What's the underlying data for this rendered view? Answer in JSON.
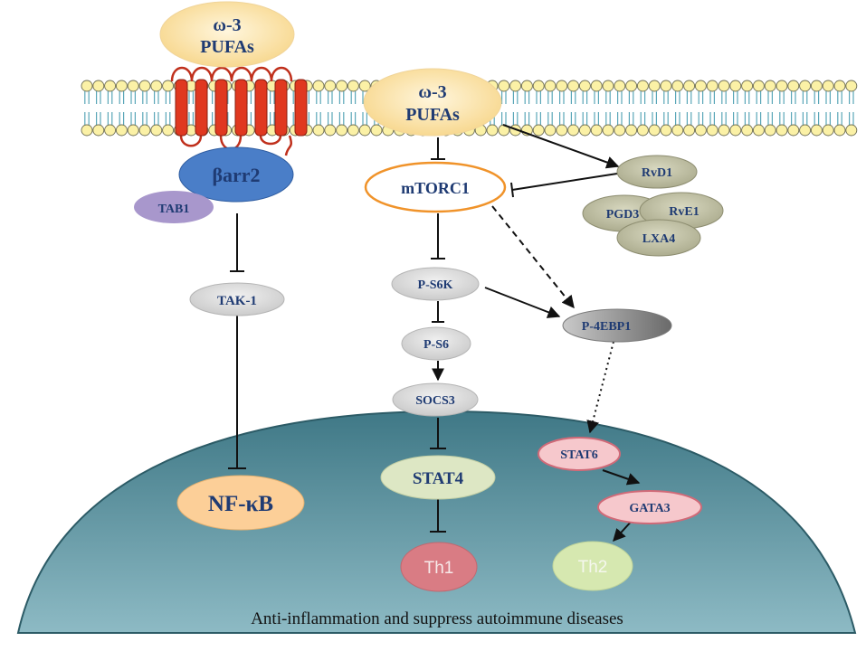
{
  "nodes": {
    "pufa_top": [
      "ω-3",
      "PUFAs"
    ],
    "pufa_membrane": [
      "ω-3",
      "PUFAs"
    ],
    "barr2": "βarr2",
    "tab1": "TAB1",
    "tak1": "TAK-1",
    "nfkb": "NF-κB",
    "mtorc1": "mTORC1",
    "ps6k": "P-S6K",
    "ps6": "P-S6",
    "socs3": "SOCS3",
    "stat4": "STAT4",
    "th1": "Th1",
    "p4ebp1": "P-4EBP1",
    "stat6": "STAT6",
    "gata3": "GATA3",
    "th2": "Th2",
    "rvd1": "RvD1",
    "pgd3": "PGD3",
    "rve1": "RvE1",
    "lxa4": "LXA4"
  },
  "caption": "Anti-inflammation and suppress autoimmune diseases",
  "colors": {
    "pufa_fill": "#fbe3a6",
    "barr2_fill": "#4a7ec8",
    "tab1_fill": "#a897cc",
    "gray_node": "#dcdcdc",
    "nfkb_fill": "#fccf98",
    "stat4_fill": "#dde7c4",
    "th1_fill": "#d97c84",
    "th2_fill": "#d6e8b0",
    "pink_node": "#f6c8cc",
    "mediator_fill": "#bcbca0",
    "nucleus": "#4f8794",
    "receptor": "#e03820",
    "text_dark": "#1f3b73"
  }
}
